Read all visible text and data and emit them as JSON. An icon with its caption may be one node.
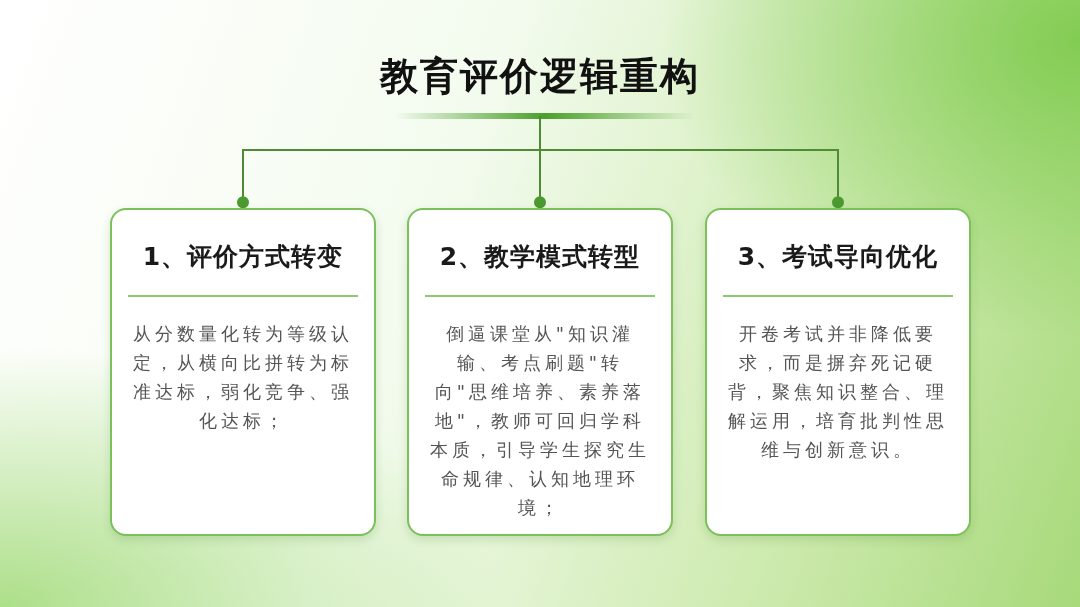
{
  "diagram": {
    "nodes": [
      {
        "text": [
          "教育评价逻辑重构"
        ]
      },
      {
        "text": [
          "1、评价方式转变",
          "从分数量化转为等级认定，从横向比拼转为标准达标，弱化竞争、强化达标；"
        ]
      },
      {
        "text": [
          "2、教学模式转型",
          "倒逼课堂从\"知识灌输、考点刷题\"转向\"思维培养、素养落地\"，教师可回归学科本质，引导学生探究生命规律、认知地理环境；"
        ]
      },
      {
        "text": [
          "3、考试导向优化",
          "开卷考试并非降低要求，而是摒弃死记硬背，聚焦知识整合、理解运用，培育批判性思维与创新意识。"
        ]
      }
    ],
    "edges": [
      {
        "from": 0,
        "to": 1,
        "arrow": "other"
      },
      {
        "from": 0,
        "to": 2,
        "arrow": "other"
      },
      {
        "from": 0,
        "to": 3,
        "arrow": "other"
      }
    ]
  }
}
